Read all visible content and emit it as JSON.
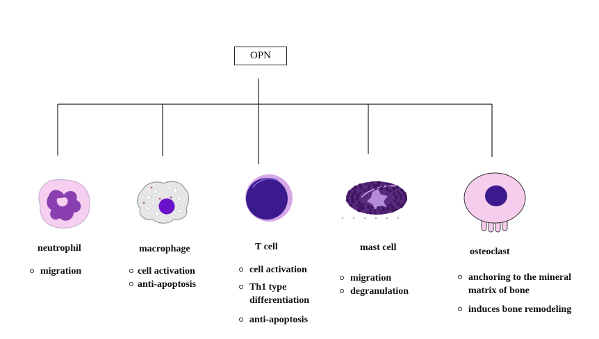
{
  "root": {
    "label": "OPN"
  },
  "cells": [
    {
      "name": "neutrophil",
      "functions": [
        "migration"
      ]
    },
    {
      "name": "macrophage",
      "functions": [
        "cell activation",
        "anti-apoptosis"
      ]
    },
    {
      "name": "T cell",
      "functions": [
        "cell activation",
        "Th1 type\ndifferentiation",
        "anti-apoptosis"
      ]
    },
    {
      "name": "mast cell",
      "functions": [
        "migration",
        "degranulation"
      ]
    },
    {
      "name": "osteoclast",
      "functions": [
        "anchoring to the mineral\nmatrix of bone",
        "induces bone remodeling"
      ]
    }
  ],
  "colors": {
    "neutrophil_body": "#f6cff0",
    "neutrophil_nucleus": "#8a3fb0",
    "macrophage_body": "#e6e6e6",
    "macrophage_nucleus": "#6a11c9",
    "tcell_body": "#3a1a8c",
    "tcell_rim": "#d7a8e8",
    "mast_granules": "#5a2a7e",
    "mast_core": "#b48bd9",
    "osteoclast_body": "#f7cdee",
    "osteoclast_nucleus": "#3a1a8c",
    "line": "#222222"
  }
}
